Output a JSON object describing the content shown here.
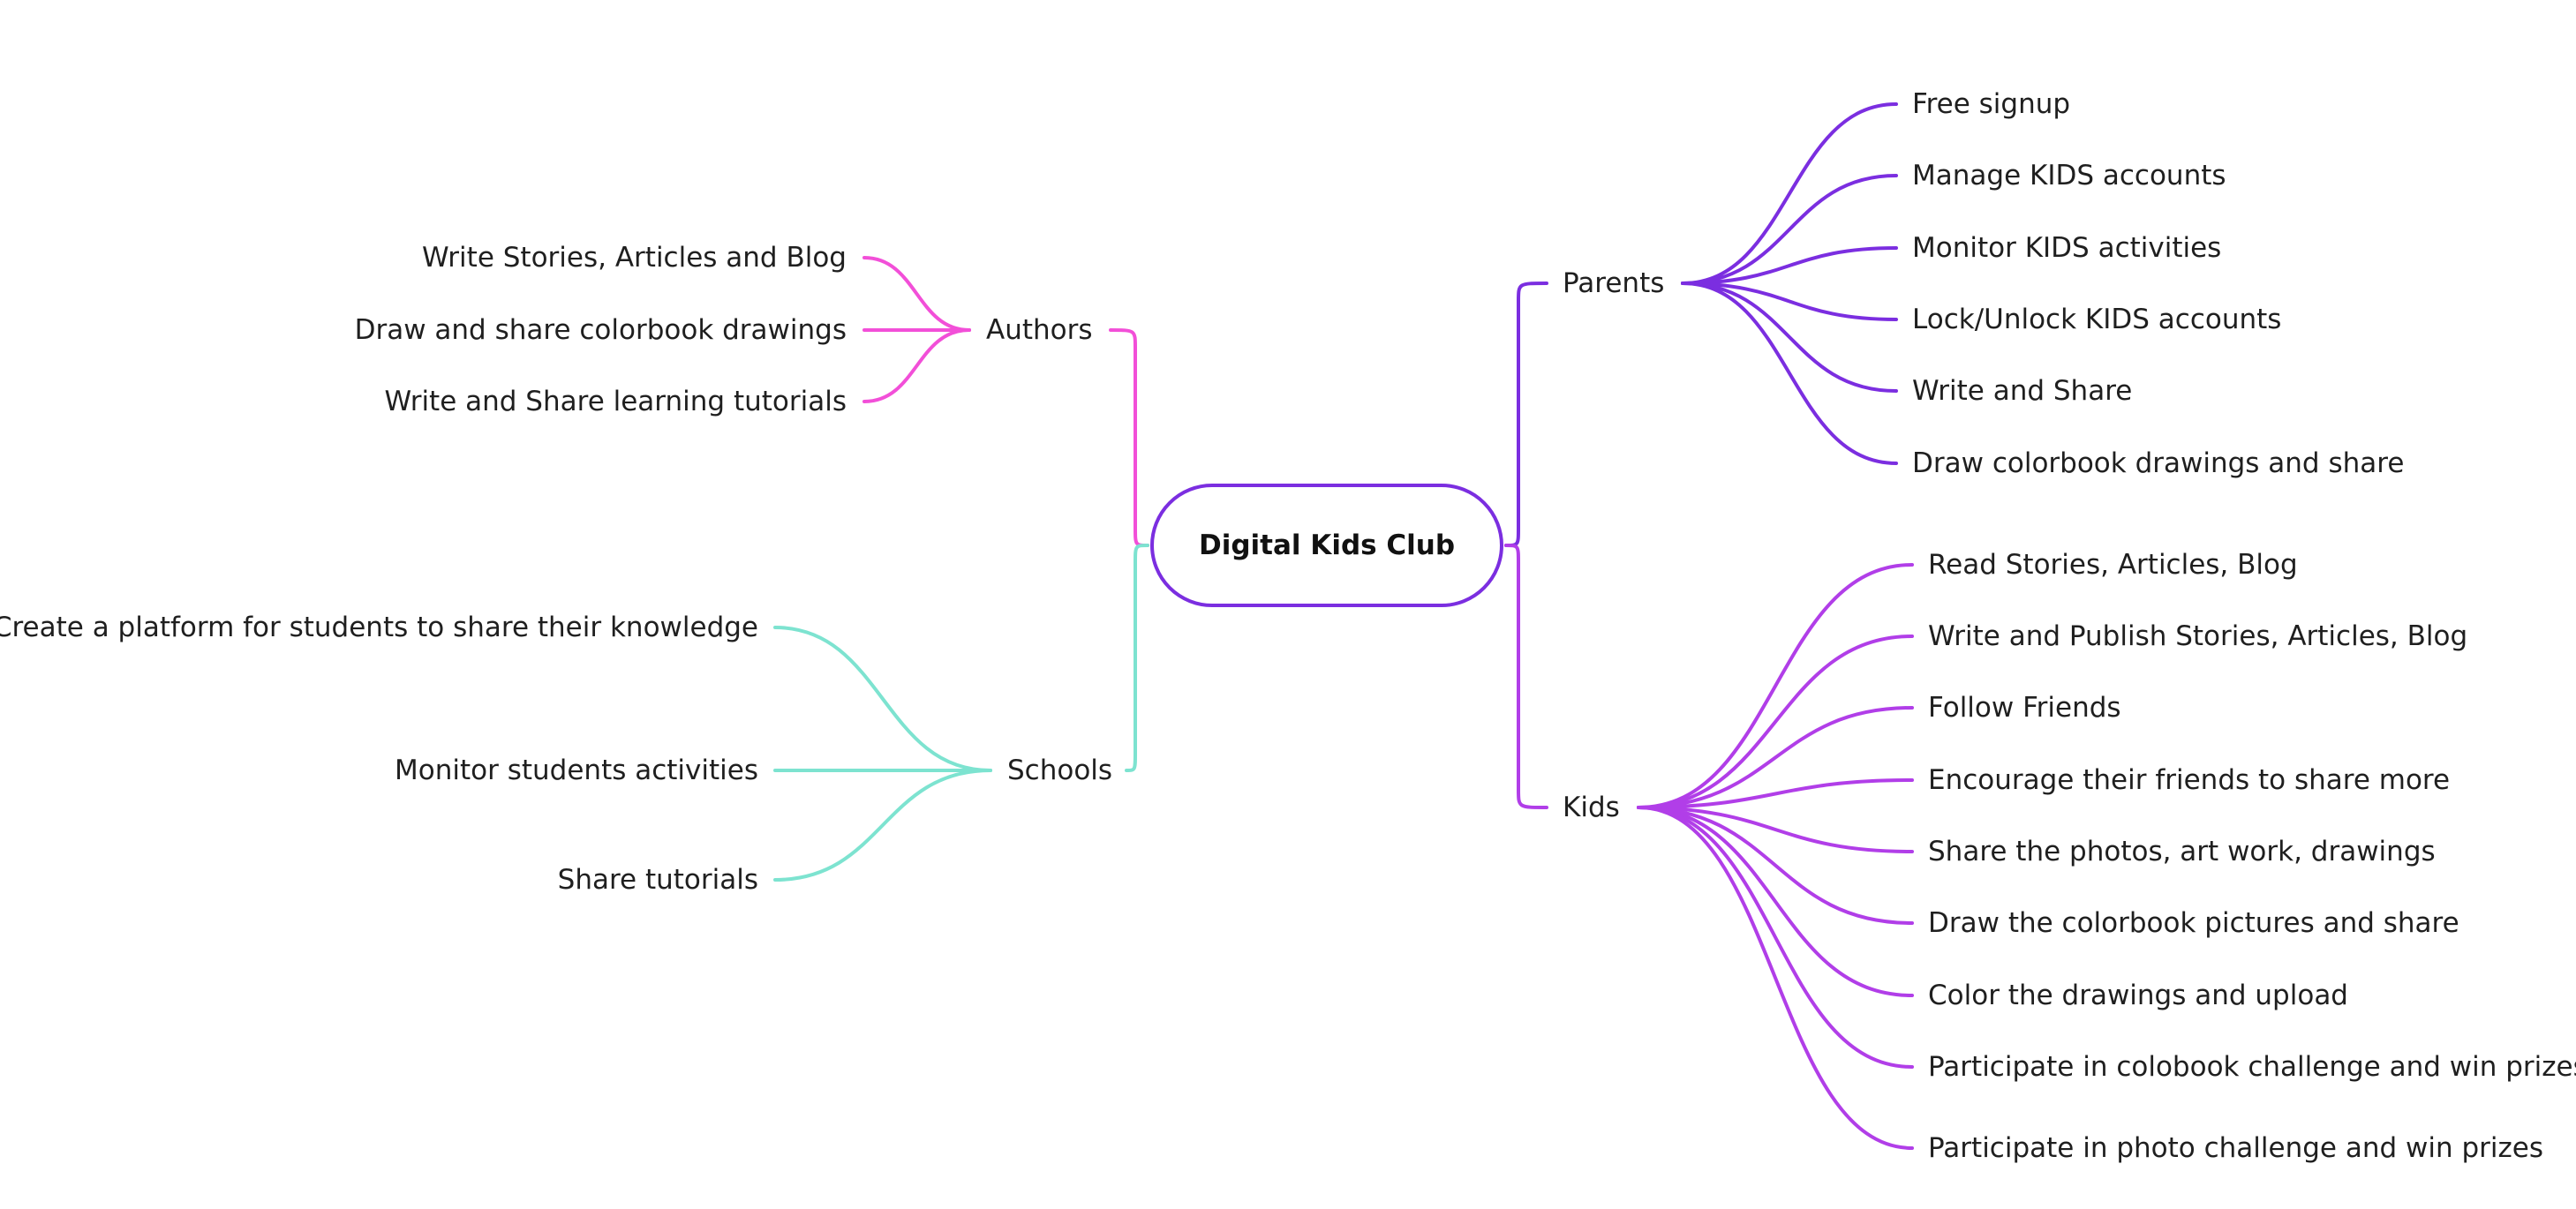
{
  "root": {
    "label": "Digital Kids Club",
    "color": "#7b2ee0"
  },
  "branches": {
    "authors": {
      "label": "Authors",
      "color": "#f24fd8",
      "items": [
        "Write Stories, Articles and Blog",
        "Draw and share colorbook drawings",
        "Write and Share learning tutorials"
      ]
    },
    "schools": {
      "label": "Schools",
      "color": "#7de3d0",
      "items": [
        "Create a platform for students to share  their knowledge",
        "Monitor students activities",
        "Share tutorials"
      ]
    },
    "parents": {
      "label": "Parents",
      "color": "#7b2ee0",
      "items": [
        "Free signup",
        "Manage KIDS accounts",
        "Monitor KIDS activities",
        "Lock/Unlock KIDS accounts",
        "Write and Share",
        "Draw colorbook drawings and share"
      ]
    },
    "kids": {
      "label": "Kids",
      "color": "#b13ee8",
      "items": [
        "Read Stories, Articles, Blog",
        "Write and Publish Stories, Articles, Blog",
        "Follow Friends",
        "Encourage their friends to share more",
        "Share the photos, art work, drawings",
        "Draw the colorbook pictures and share",
        "Color the drawings and upload",
        "Participate in colobook challenge and win prizes",
        "Participate in photo challenge and win prizes"
      ]
    }
  }
}
